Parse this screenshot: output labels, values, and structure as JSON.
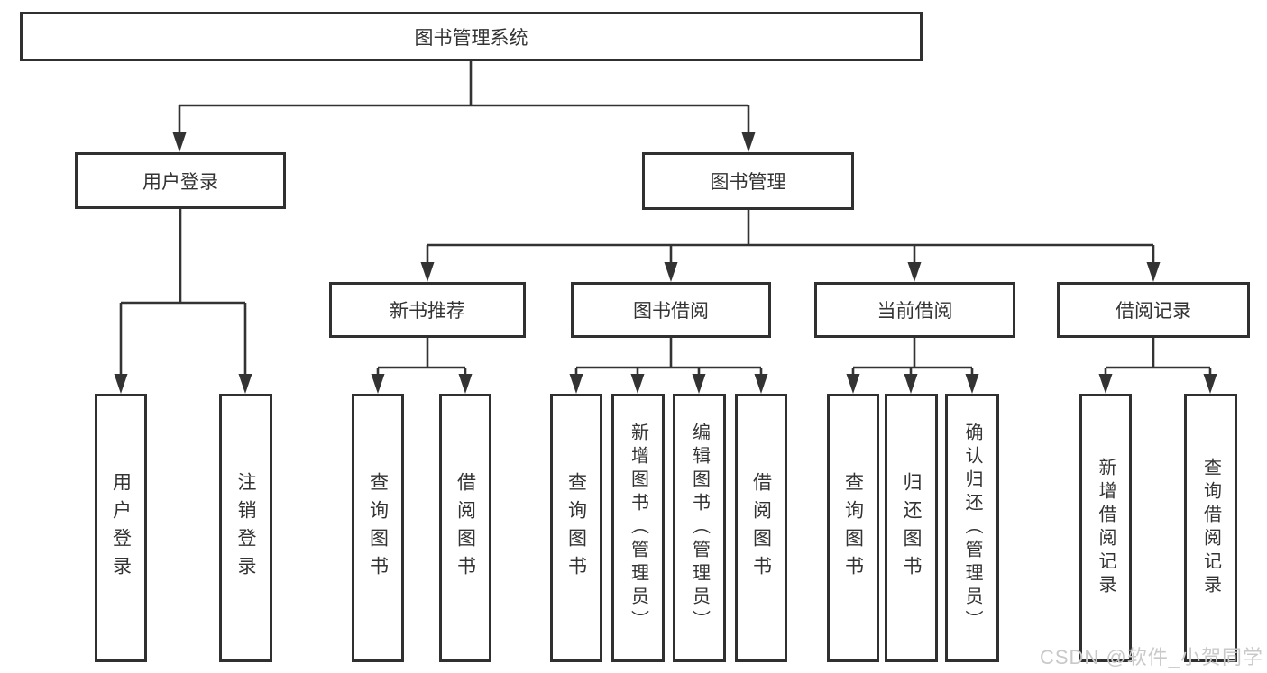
{
  "root": {
    "label": "图书管理系统"
  },
  "level2": [
    {
      "label": "用户登录",
      "children": [
        {
          "label": "用户登录"
        },
        {
          "label": "注销登录"
        }
      ]
    },
    {
      "label": "图书管理",
      "groups": [
        {
          "label": "新书推荐",
          "children": [
            {
              "label": "查询图书"
            },
            {
              "label": "借阅图书"
            }
          ]
        },
        {
          "label": "图书借阅",
          "children": [
            {
              "label": "查询图书"
            },
            {
              "label": "新增图书（管理员）"
            },
            {
              "label": "编辑图书（管理员）"
            },
            {
              "label": "借阅图书"
            }
          ]
        },
        {
          "label": "当前借阅",
          "children": [
            {
              "label": "查询图书"
            },
            {
              "label": "归还图书"
            },
            {
              "label": "确认归还（管理员）"
            }
          ]
        },
        {
          "label": "借阅记录",
          "children": [
            {
              "label": "新增借阅记录"
            },
            {
              "label": "查询借阅记录"
            }
          ]
        }
      ]
    }
  ],
  "watermark": {
    "text": "CSDN @软件_小贺同学"
  },
  "colors": {
    "line": "#333333",
    "box_border": "#303030",
    "box_fill": "#ffffff",
    "text": "#333333",
    "watermark": "#c9c9c9"
  }
}
